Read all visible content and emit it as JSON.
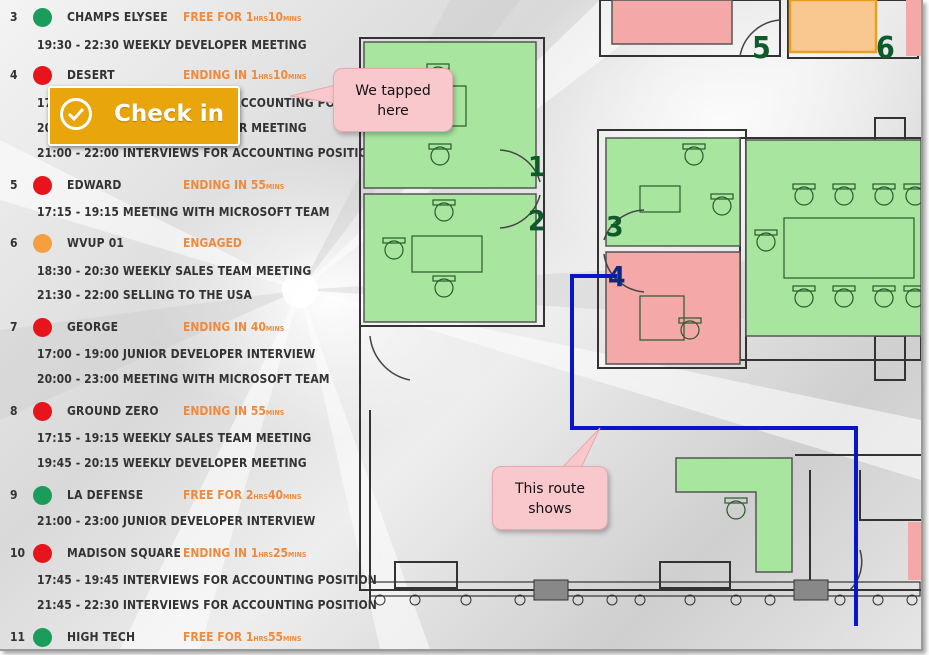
{
  "rooms": [
    {
      "number": "3",
      "name": "CHAMPS ELYSEE",
      "status_main": "FREE FOR 1",
      "status_unit1": "HRS",
      "status_num2": "10",
      "status_unit2": "MINS",
      "status_kind": "free",
      "dot_color": "#1a9c5a",
      "meetings": [
        "19:30 - 22:30 WEEKLY DEVELOPER MEETING"
      ]
    },
    {
      "number": "4",
      "name": "DESERT",
      "status_main": "ENDING IN 1",
      "status_unit1": "HRS",
      "status_num2": "10",
      "status_unit2": "MINS",
      "status_kind": "ending",
      "dot_color": "#e8141c",
      "meetings": [
        "17:30 - 18:00 INTERVIEWS FOR ACCOUNTING POSITION",
        "20:00 - 21:00 WEEKLY DEVELOPER MEETING",
        "21:00 - 22:00 INTERVIEWS FOR ACCOUNTING POSITION"
      ]
    },
    {
      "number": "5",
      "name": "EDWARD",
      "status_main": "ENDING IN 55",
      "status_unit1": "MINS",
      "status_num2": "",
      "status_unit2": "",
      "status_kind": "ending",
      "dot_color": "#e8141c",
      "meetings": [
        "17:15 - 19:15 MEETING WITH MICROSOFT TEAM"
      ]
    },
    {
      "number": "6",
      "name": "WVUP 01",
      "status_main": "ENGAGED",
      "status_unit1": "",
      "status_num2": "",
      "status_unit2": "",
      "status_kind": "engaged",
      "dot_color": "#f5a040",
      "meetings": [
        "18:30 - 20:30 WEEKLY SALES TEAM MEETING",
        "21:30 - 22:00 SELLING TO THE USA"
      ]
    },
    {
      "number": "7",
      "name": "GEORGE",
      "status_main": "ENDING IN 40",
      "status_unit1": "MINS",
      "status_num2": "",
      "status_unit2": "",
      "status_kind": "ending",
      "dot_color": "#e8141c",
      "meetings": [
        "17:00 - 19:00 JUNIOR DEVELOPER INTERVIEW",
        "20:00 - 23:00 MEETING WITH MICROSOFT TEAM"
      ]
    },
    {
      "number": "8",
      "name": "GROUND ZERO",
      "status_main": "ENDING IN 55",
      "status_unit1": "MINS",
      "status_num2": "",
      "status_unit2": "",
      "status_kind": "ending",
      "dot_color": "#e8141c",
      "meetings": [
        "17:15 - 19:15 WEEKLY SALES TEAM MEETING",
        "19:45 - 20:15 WEEKLY DEVELOPER MEETING"
      ]
    },
    {
      "number": "9",
      "name": "LA DEFENSE",
      "status_main": "FREE FOR 2",
      "status_unit1": "HRS",
      "status_num2": "40",
      "status_unit2": "MINS",
      "status_kind": "free",
      "dot_color": "#1a9c5a",
      "meetings": [
        "21:00 - 23:00 JUNIOR DEVELOPER INTERVIEW"
      ]
    },
    {
      "number": "10",
      "name": "MADISON SQUARE",
      "status_main": "ENDING IN 1",
      "status_unit1": "HRS",
      "status_num2": "25",
      "status_unit2": "MINS",
      "status_kind": "ending",
      "dot_color": "#e8141c",
      "meetings": [
        "17:45 - 19:45 INTERVIEWS FOR ACCOUNTING POSITION",
        "21:45 - 22:30 INTERVIEWS FOR ACCOUNTING POSITION"
      ]
    },
    {
      "number": "11",
      "name": "HIGH TECH",
      "status_main": "FREE FOR 1",
      "status_unit1": "HRS",
      "status_num2": "55",
      "status_unit2": "MINS",
      "status_kind": "free",
      "dot_color": "#1a9c5a",
      "meetings": []
    }
  ],
  "checkin": {
    "label": "Check in"
  },
  "callouts": {
    "tapped": [
      "We tapped",
      "here"
    ],
    "route": [
      "This route",
      "shows"
    ]
  },
  "floor": {
    "labels": [
      "1",
      "2",
      "3",
      "4",
      "5",
      "6"
    ],
    "free_color": "#a8e6a0",
    "busy_color": "#f4a8a8",
    "pending_color": "#f8c890",
    "route_color": "#0a14c8",
    "label_color": "#0e5a2a"
  }
}
